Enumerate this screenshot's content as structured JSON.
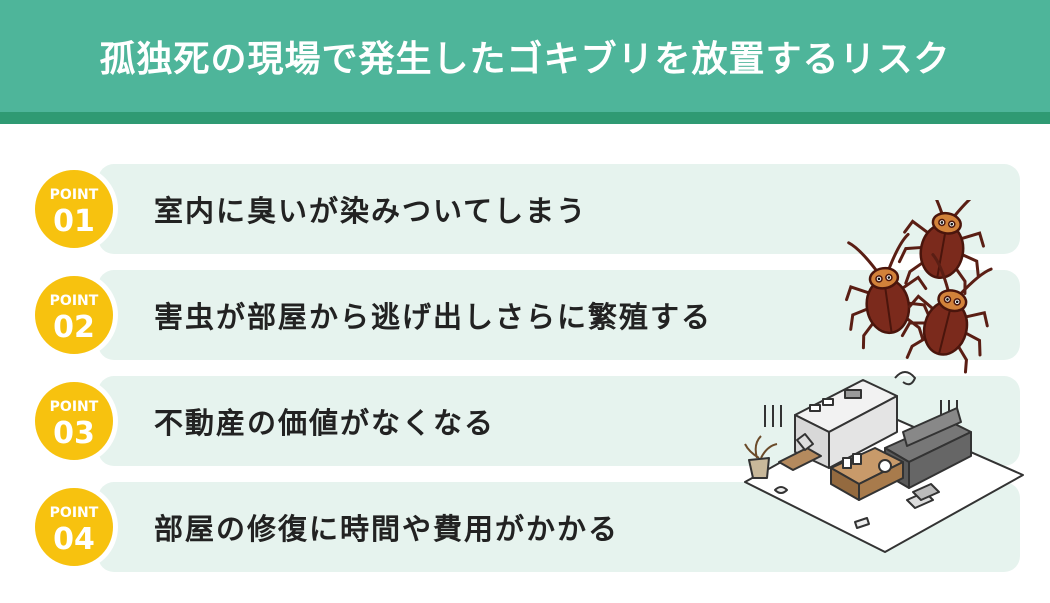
{
  "title": "孤独死の現場で発生したゴキブリを放置するリスク",
  "points": [
    {
      "badge": "POINT",
      "number": "01",
      "text": "室内に臭いが染みついてしまう"
    },
    {
      "badge": "POINT",
      "number": "02",
      "text": "害虫が部屋から逃げ出しさらに繁殖する"
    },
    {
      "badge": "POINT",
      "number": "03",
      "text": "不動産の価値がなくなる"
    },
    {
      "badge": "POINT",
      "number": "04",
      "text": "部屋の修復に時間や費用がかかる"
    }
  ],
  "colors": {
    "header": "#4eb59a",
    "header_stripe": "#2f9a73",
    "row_background": "#e6f3ee",
    "badge": "#f7c20f",
    "text": "#222222"
  },
  "illustration": {
    "icons": [
      "cockroach-icon",
      "room-icon"
    ]
  }
}
